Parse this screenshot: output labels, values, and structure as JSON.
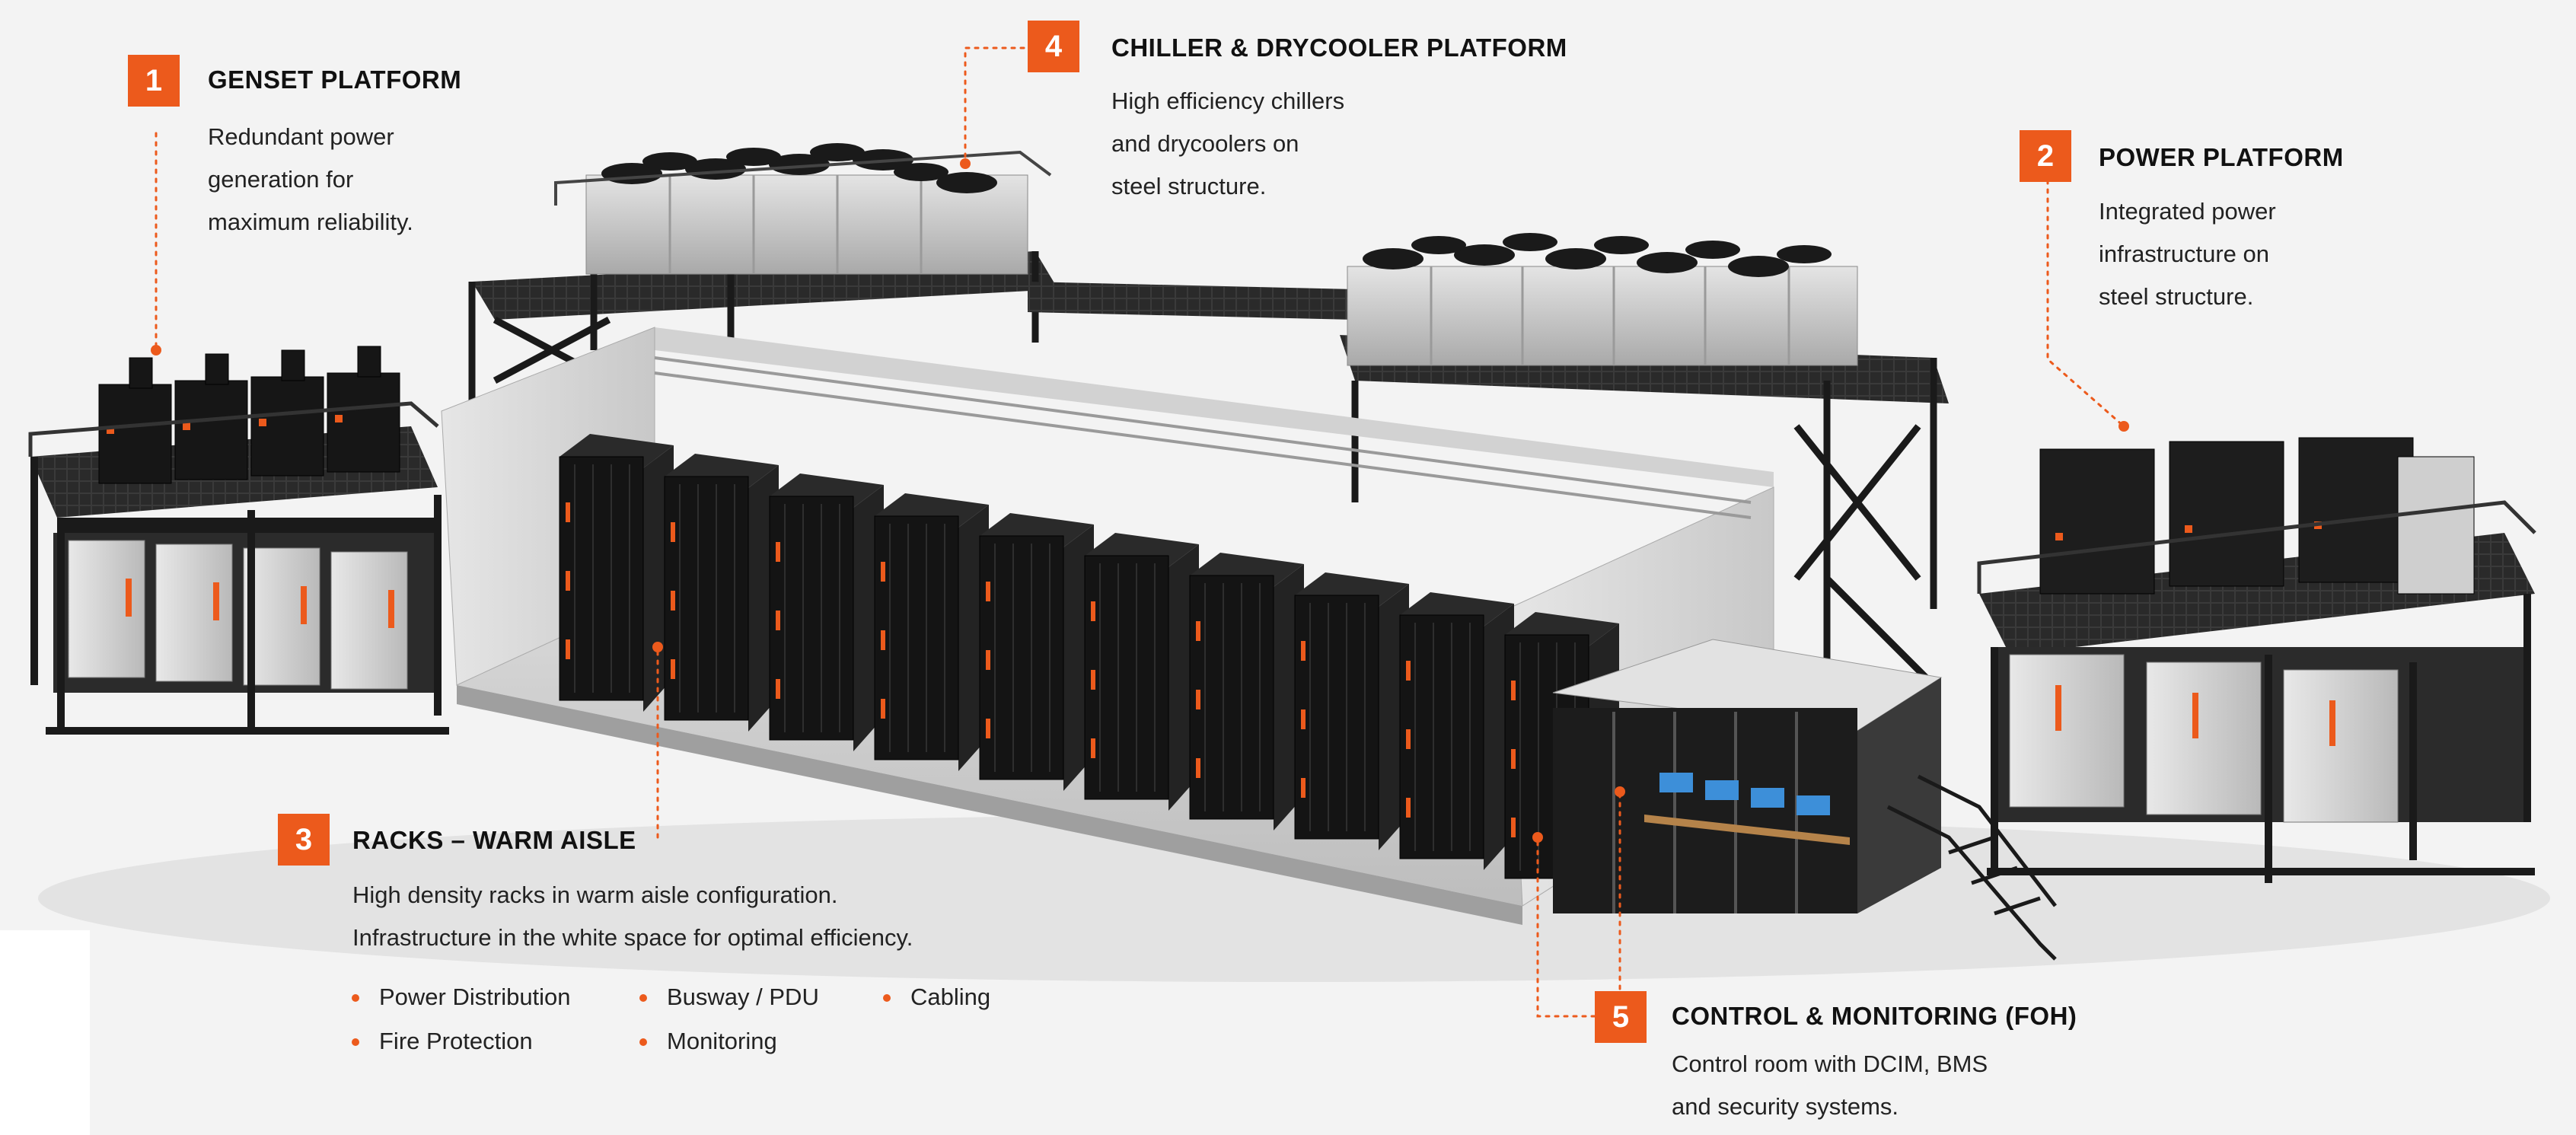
{
  "colors": {
    "accent": "#ec5a1c",
    "frame": "#1c1c1c",
    "panel": "#cfcfcf",
    "rack": "#141414"
  },
  "callouts": {
    "genset": {
      "number": "1",
      "title": "GENSET PLATFORM",
      "desc": [
        "Redundant power",
        "generation for",
        "maximum reliability."
      ]
    },
    "power": {
      "number": "2",
      "title": "POWER PLATFORM",
      "desc": [
        "Integrated power",
        "infrastructure on",
        "steel structure."
      ]
    },
    "racks": {
      "number": "3",
      "title": "RACKS – WARM AISLE",
      "desc": [
        "High density racks in warm aisle configuration.",
        "Infrastructure in the white space for optimal efficiency."
      ],
      "bullets": [
        "Power Distribution",
        "Busway / PDU",
        "Cabling",
        "Fire Protection",
        "Monitoring"
      ]
    },
    "chiller": {
      "number": "4",
      "title": "CHILLER & DRYCOOLER PLATFORM",
      "desc": [
        "High efficiency chillers",
        "and drycoolers on",
        "steel structure."
      ]
    },
    "control": {
      "number": "5",
      "title": "CONTROL & MONITORING (FOH)",
      "desc": [
        "Control room with DCIM, BMS",
        "and security systems."
      ]
    }
  }
}
